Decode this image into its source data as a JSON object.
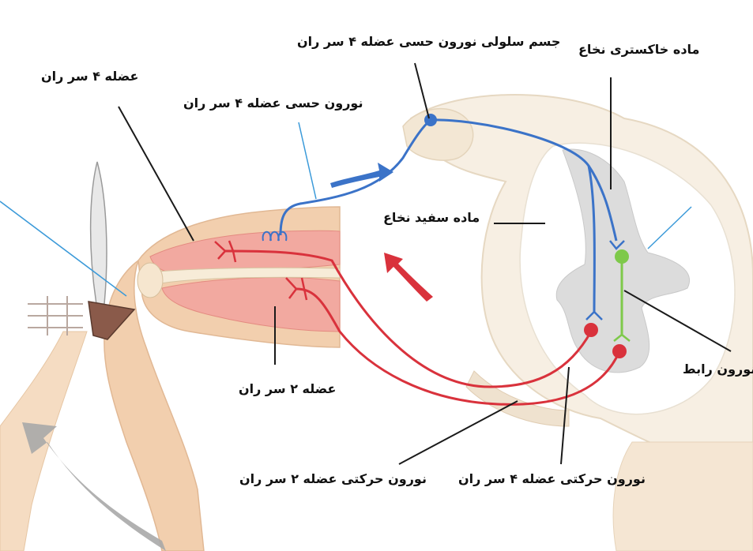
{
  "labels": {
    "quadriceps": "عضله ۴ سر ران",
    "sensory_neuron": "نورون حسی عضله ۴ سر ران",
    "cell_body": "جسم سلولی نورون حسی عضله ۴ سر ران",
    "gray_matter": "ماده خاکستری نخاع",
    "white_matter": "ماده سفید نخاع",
    "interneuron": "نورون رابط",
    "biceps": "عضله ۲ سر ران",
    "motor_biceps": "نورون حرکتی عضله ۲ سر ران",
    "motor_quadriceps": "نورون حرکتی عضله ۴ سر ران"
  },
  "colors": {
    "sensory": "#3b73c8",
    "motor": "#d9323c",
    "interneuron": "#7ec94a",
    "muscle": "#f2a9a0",
    "skin": "#f2cfae",
    "gray_matter": "#dcdcdc",
    "arrow_gray": "#a9a9a9"
  }
}
